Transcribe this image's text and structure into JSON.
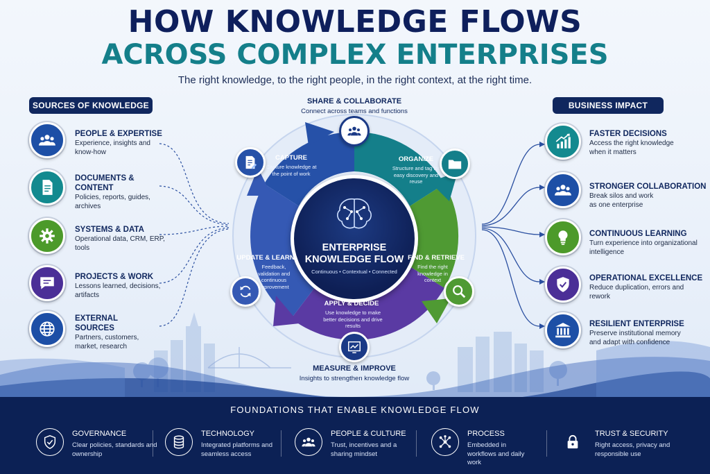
{
  "header": {
    "title_line1": "HOW KNOWLEDGE FLOWS",
    "title_line2": "ACROSS COMPLEX ENTERPRISES",
    "subtitle": "The right knowledge, to the right people, in the right context, at the right time."
  },
  "sources": {
    "heading": "SOURCES OF KNOWLEDGE",
    "items": [
      {
        "title": "PEOPLE & EXPERTISE",
        "desc": "Experience, insights and know-how",
        "icon": "people-icon",
        "color": "#1d4fa6"
      },
      {
        "title": "DOCUMENTS & CONTENT",
        "desc": "Policies, reports, guides, archives",
        "icon": "document-icon",
        "color": "#138a8f"
      },
      {
        "title": "SYSTEMS & DATA",
        "desc": "Operational data, CRM, ERP, tools",
        "icon": "gear-icon",
        "color": "#4c9a2a"
      },
      {
        "title": "PROJECTS & WORK",
        "desc": "Lessons learned, decisions, artifacts",
        "icon": "chat-icon",
        "color": "#4b2f97"
      },
      {
        "title": "EXTERNAL SOURCES",
        "desc": "Partners, customers, market, research",
        "icon": "globe-icon",
        "color": "#1d4fa6"
      }
    ]
  },
  "impact": {
    "heading": "BUSINESS IMPACT",
    "items": [
      {
        "title": "FASTER DECISIONS",
        "desc": "Access the right knowledge when it matters",
        "icon": "growth-chart-icon",
        "color": "#138a8f"
      },
      {
        "title": "STRONGER COLLABORATION",
        "desc": "Break silos and work as one enterprise",
        "icon": "team-icon",
        "color": "#1d4fa6"
      },
      {
        "title": "CONTINUOUS LEARNING",
        "desc": "Turn experience into organizational intelligence",
        "icon": "lightbulb-icon",
        "color": "#4c9a2a"
      },
      {
        "title": "OPERATIONAL EXCELLENCE",
        "desc": "Reduce duplication, errors and rework",
        "icon": "shield-icon",
        "color": "#4b2f97"
      },
      {
        "title": "RESILIENT ENTERPRISE",
        "desc": "Preserve institutional memory and adapt with confidence",
        "icon": "institution-icon",
        "color": "#1d4fa6"
      }
    ]
  },
  "cycle": {
    "core_title_line1": "ENTERPRISE",
    "core_title_line2": "KNOWLEDGE FLOW",
    "core_subtitle": "Continuous • Contextual • Connected",
    "share": {
      "title": "SHARE & COLLABORATE",
      "desc": "Connect across teams and functions"
    },
    "capture": {
      "title": "CAPTURE",
      "desc": "Capture knowledge at the point of work"
    },
    "organize": {
      "title": "ORGANIZE",
      "desc": "Structure and tag for easy discovery and reuse"
    },
    "find": {
      "title": "FIND & RETRIEVE",
      "desc": "Find the right knowledge in context"
    },
    "apply": {
      "title": "APPLY & DECIDE",
      "desc": "Use knowledge to make better decisions and drive results"
    },
    "update": {
      "title": "UPDATE & LEARN",
      "desc": "Feedback, validation and continuous improvement"
    },
    "measure": {
      "title": "MEASURE & IMPROVE",
      "desc": "Insights to strengthen knowledge flow"
    }
  },
  "foundations": {
    "heading": "FOUNDATIONS THAT ENABLE KNOWLEDGE FLOW",
    "items": [
      {
        "title": "GOVERNANCE",
        "desc": "Clear policies, standards and ownership",
        "icon": "shield-check-icon"
      },
      {
        "title": "TECHNOLOGY",
        "desc": "Integrated platforms and seamless access",
        "icon": "database-icon"
      },
      {
        "title": "PEOPLE & CULTURE",
        "desc": "Trust, incentives and a sharing mindset",
        "icon": "people-icon"
      },
      {
        "title": "PROCESS",
        "desc": "Embedded in workflows and daily work",
        "icon": "network-icon"
      },
      {
        "title": "TRUST & SECURITY",
        "desc": "Right access, privacy and responsible use",
        "icon": "lock-icon"
      }
    ]
  }
}
